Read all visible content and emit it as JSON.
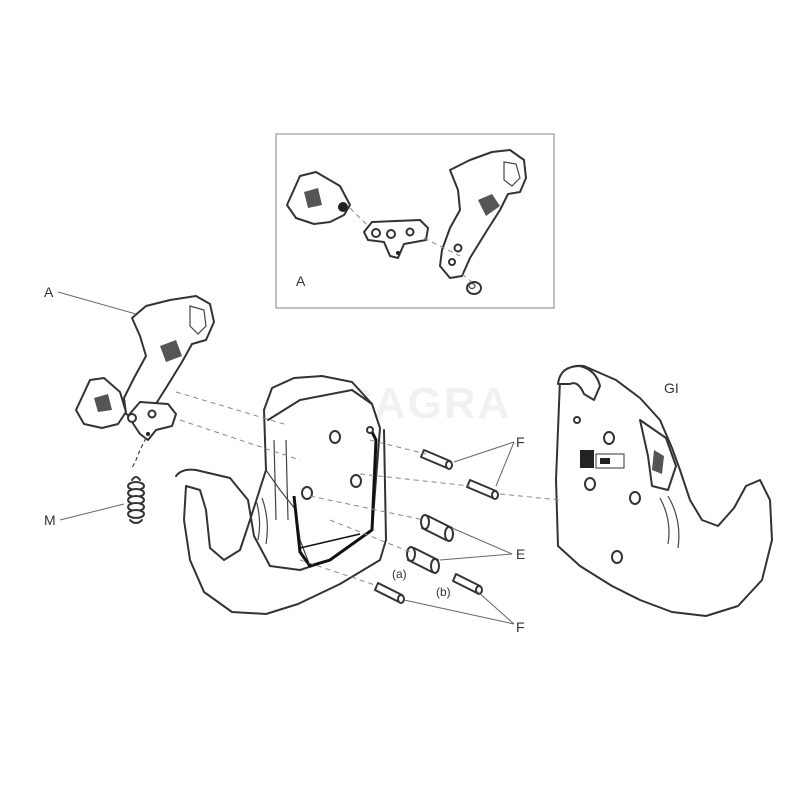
{
  "labels": {
    "a_main": "A",
    "a_inset": "A",
    "m": "M",
    "gi": "GI",
    "e": "E",
    "f_top": "F",
    "f_bottom": "F",
    "sub_a": "(a)",
    "sub_b": "(b)"
  },
  "watermark": "RECAGRA"
}
